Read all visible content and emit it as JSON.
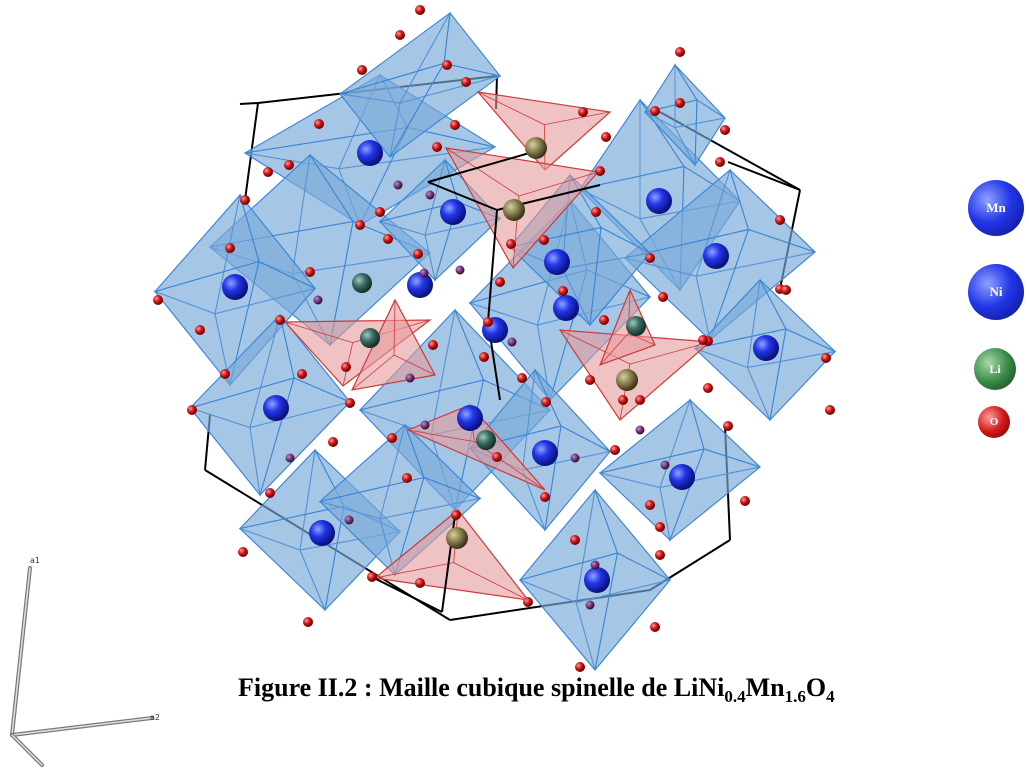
{
  "colors": {
    "octahedron": "#7aaad8",
    "octahedron_edge": "#3a86d6",
    "tetrahedron": "#e59b9b",
    "tetrahedron_edge": "#cc3a3a",
    "mn_ni_atom": "#1a2ee0",
    "li_atom": "#2f8a3a",
    "o_atom": "#d01818",
    "cell_edge": "#000000"
  },
  "legend": [
    {
      "label": "Mn",
      "color": "#1a2ee0"
    },
    {
      "label": "Ni",
      "color": "#1a2ee0"
    },
    {
      "label": "Li",
      "color": "#2f8a3a"
    },
    {
      "label": "O",
      "color": "#d01818"
    }
  ],
  "axes": {
    "a1": "a1",
    "a2": "a2"
  },
  "caption": {
    "prefix": "Figure II.2 : Maille cubique spinelle  de  LiNi",
    "sub1": "0.4",
    "mid": "Mn",
    "sub2": "1.6",
    "mid2": "O",
    "sub3": "4"
  }
}
